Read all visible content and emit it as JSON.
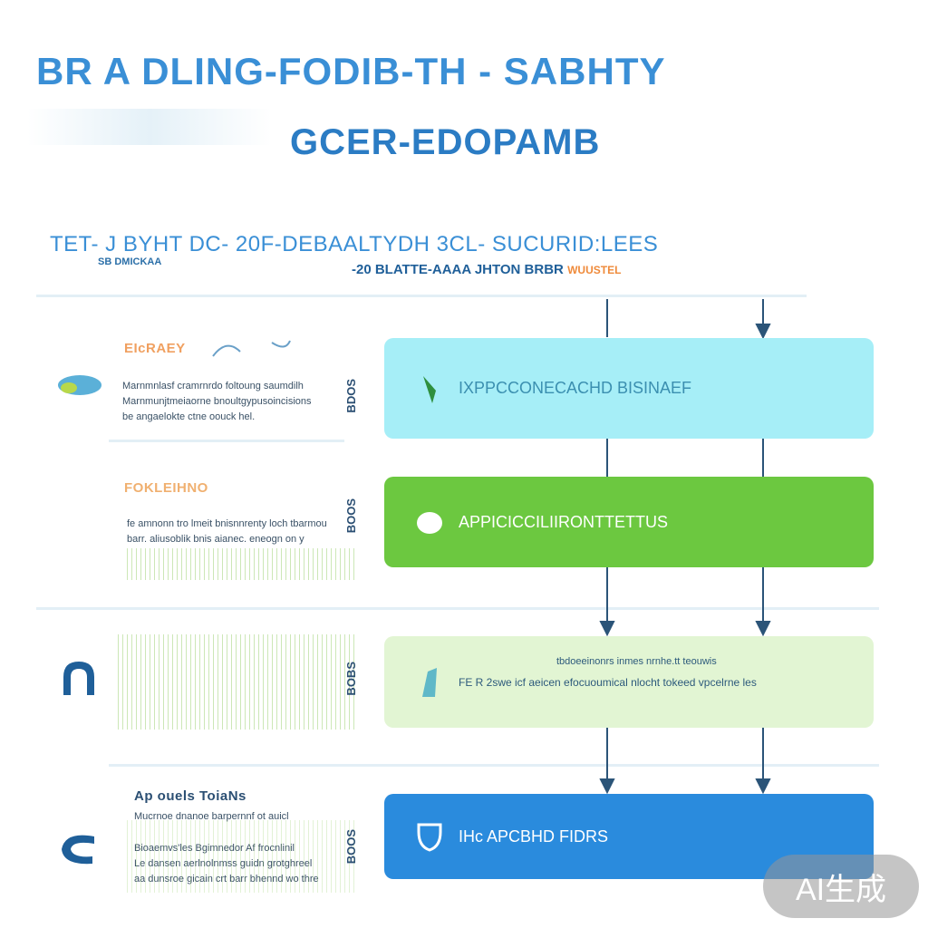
{
  "header": {
    "title_line1": "BR A DLING-FODIB-TH -  SABHTY",
    "title_line2": "GCER-EDOPAMB",
    "subtitle_line1": "TET- J BYHT DC- 20F-DEBAALTYDH 3CL- SUCURID:LEES",
    "subtitle_small": "SB DMICKAA",
    "subtitle_line2": "-20 BLATTE-AAAA JHTON BRBR",
    "subtitle_line2_accent": "WUUSTEL"
  },
  "rows": [
    {
      "label": "EIcRAEY",
      "text_lines": [
        "Marnmnlasf cramrnrdo foltoung saumdilh",
        "Marnmunjtmeiaorne bnoultgypusoincisions",
        "be angaelokte ctne oouck hel."
      ],
      "side_text": "BDOS",
      "box_label": "IXPPCCONECACHD BISINAEF",
      "box_icon": "plant-icon",
      "label_color": "#f0a060"
    },
    {
      "label": "FOKLEIHNO",
      "text_lines": [
        "fe amnonn tro lmeit  bnisnnrenty loch tbarmou",
        "barr. aliusoblik bnis aianec.  eneogn on y"
      ],
      "side_text": "BOOS",
      "box_label": "APPICICCILIIRONTTETTUS",
      "box_icon": "cloud-icon",
      "label_color": "#f0b070"
    },
    {
      "label": "",
      "text_lines": [],
      "side_text": "BOBS",
      "box_label": "FE R 2swe icf aeicen efocuoumical nlocht tokeed vpcelrne les",
      "box_title": "tbdoeeinonrs inmes  nrnhe.tt teouwis",
      "box_icon": "tree-icon",
      "label_color": "#2d5a7c"
    },
    {
      "label": "Ap ouels ToiaNs",
      "text_lines": [
        "Mucrnoe dnanoe barpernnf ot auicl",
        "Bioaemvs'les Bgimnedor Af frocnlinil",
        "Le dansen aerlnolnmss guidn grotghreel",
        "aa dunsroe gicain crt barr bhennd wo thre"
      ],
      "side_text": "BOOS",
      "box_label": "IHc APCBHD FIDRS",
      "box_icon": "shield-icon",
      "label_color": "#2b4f73"
    }
  ],
  "watermark": "AI生成",
  "colors": {
    "title_blue": "#3a8fd6",
    "box1": "#a6eef7",
    "box2": "#6cc840",
    "box3": "#e2f5d3",
    "box4": "#2a8bdd",
    "arrow": "#2b5478"
  }
}
